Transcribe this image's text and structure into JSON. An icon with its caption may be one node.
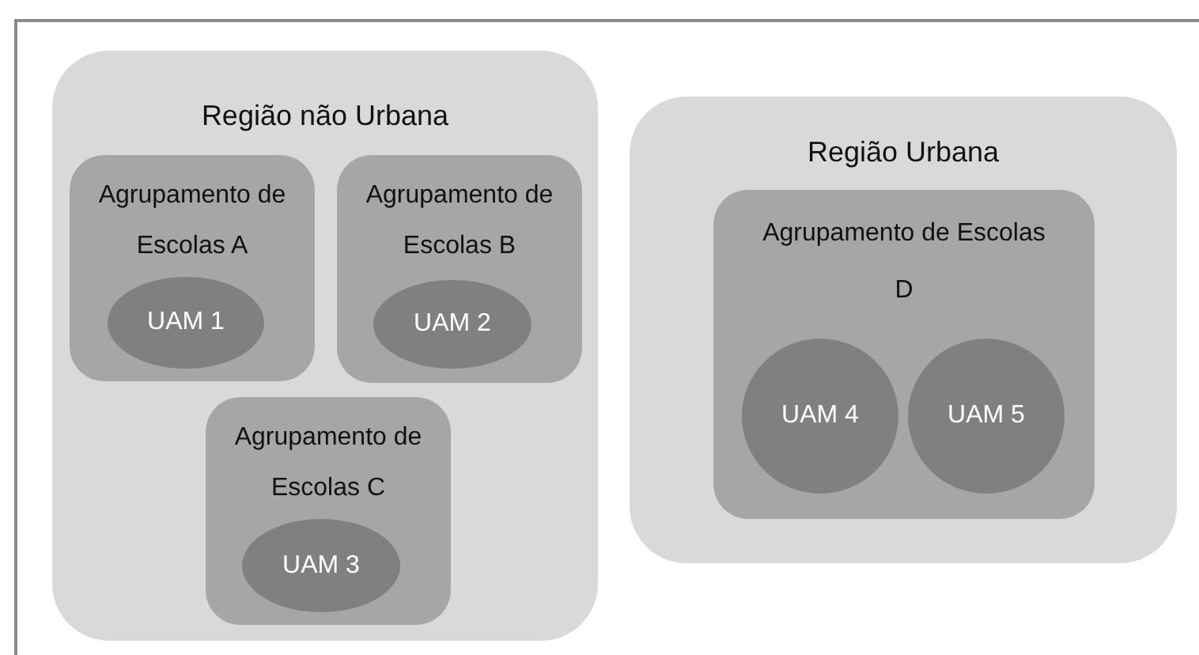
{
  "diagram": {
    "nodes": [
      {
        "text": [
          "Região não Urbana"
        ]
      },
      {
        "text": [
          "Agrupamento de Escolas A"
        ],
        "in": 0
      },
      {
        "text": [
          "UAM 1"
        ],
        "in": 1
      },
      {
        "text": [
          "Agrupamento de Escolas B"
        ],
        "in": 0
      },
      {
        "text": [
          "UAM 2"
        ],
        "in": 3
      },
      {
        "text": [
          "Agrupamento de Escolas C"
        ],
        "in": 0
      },
      {
        "text": [
          "UAM 3"
        ],
        "in": 5
      },
      {
        "text": [
          "Região Urbana"
        ]
      },
      {
        "text": [
          "Agrupamento de Escolas D"
        ],
        "in": 7
      },
      {
        "text": [
          "UAM 4"
        ],
        "in": 8
      },
      {
        "text": [
          "UAM 5"
        ],
        "in": 8
      }
    ]
  }
}
